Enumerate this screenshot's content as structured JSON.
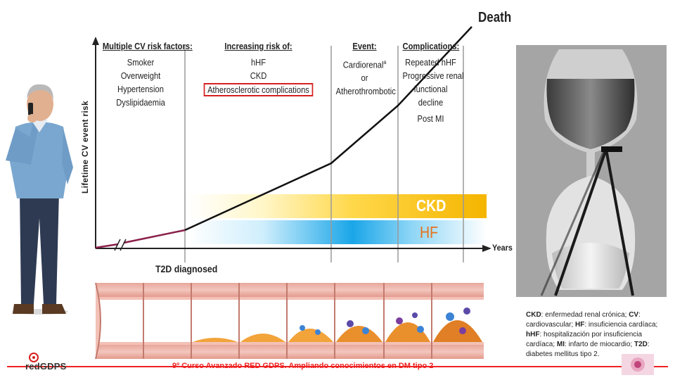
{
  "diagram": {
    "y_axis_label": "Lifetime CV event risk",
    "x_axis_label": "Years",
    "x_axis_marker": "T2D diagnosed",
    "end_label": "Death",
    "columns": [
      {
        "header": "Multiple CV risk factors:",
        "items": [
          "Smoker",
          "Overweight",
          "Hypertension",
          "Dyslipidaemia"
        ]
      },
      {
        "header": "Increasing risk of:",
        "items": [
          "hHF",
          "CKD"
        ],
        "highlighted_item": "Atherosclerotic complications"
      },
      {
        "header": "Event:",
        "items": [
          "Cardiorenal",
          "or",
          "Atherothrombotic"
        ],
        "superscript": "a"
      },
      {
        "header": "Complications:",
        "items": [
          "Repeated hHF",
          "Progressive renal",
          "functional",
          "decline",
          "Post MI"
        ]
      }
    ],
    "bands": [
      {
        "label": "CKD",
        "color": "#f5b500"
      },
      {
        "label": "HF",
        "color": "#1aa6e8"
      }
    ]
  },
  "legend": [
    {
      "abbr": "CKD",
      "text": ": enfermedad renal crónica; "
    },
    {
      "abbr": "CV",
      "text": ": cardiovascular; "
    },
    {
      "abbr": "HF",
      "text": ": insuficiencia cardíaca; "
    },
    {
      "abbr": "hHF",
      "text": ": hospitalización por insuficiencia cardíaca; "
    },
    {
      "abbr": "MI",
      "text": ": infarto de miocardio; "
    },
    {
      "abbr": "T2D",
      "text": ": diabetes mellitus tipo 2."
    }
  ],
  "footer": {
    "title": "9º Curso Avanzado RED GDPS. Ampliando conocimientos en DM tipo 2",
    "logo": "redGDPS"
  }
}
